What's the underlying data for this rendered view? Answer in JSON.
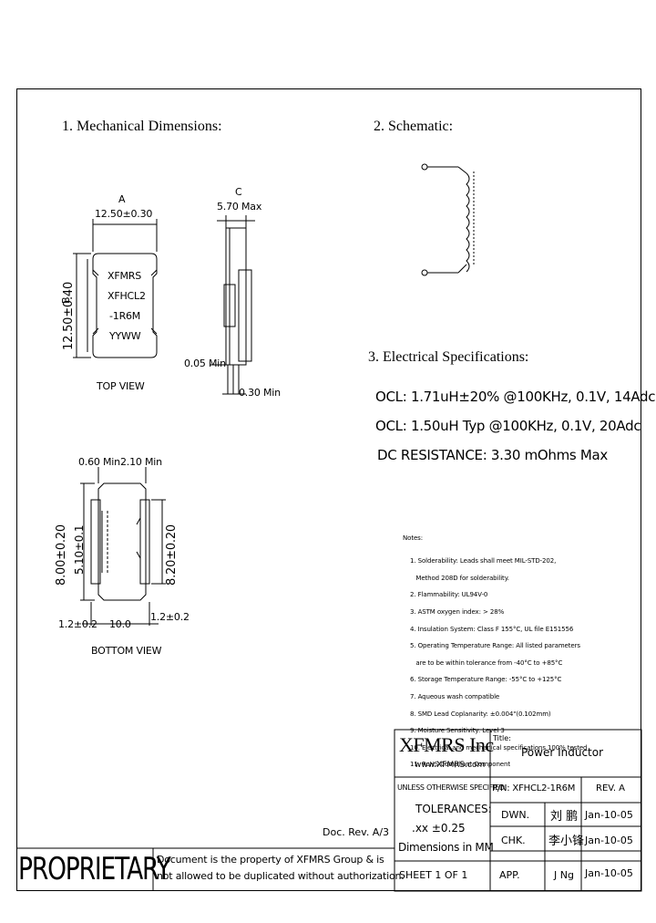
{
  "sections": {
    "mechanical_title": "1. Mechanical Dimensions:",
    "schematic_title": "2. Schematic:",
    "electrical_title": "3. Electrical  Specifications:"
  },
  "mechanical": {
    "dim_a_label": "A",
    "dim_a_value": "12.50±0.30",
    "dim_b_label": "B",
    "dim_b_value": "12.50±0.40",
    "dim_c_label": "C",
    "dim_c_value": "5.70 Max",
    "marking_lines": [
      "XFMRS",
      "XFHCL2",
      "-1R6M",
      "YYWW"
    ],
    "top_view_label": "TOP VIEW",
    "dim_005": "0.05 Min",
    "dim_030": "0.30 Min",
    "dim_060": "0.60 Min",
    "dim_210": "2.10 Min",
    "dim_800": "8.00±0.20",
    "dim_510": "5.10±0.1",
    "dim_820": "8.20±0.20",
    "dim_12_left": "1.2±0.2",
    "dim_100": "10.0",
    "dim_12_right": "1.2±0.2",
    "bottom_view_label": "BOTTOM VIEW"
  },
  "electrical": {
    "lines": [
      "OCL: 1.71uH±20% @100KHz, 0.1V, 14Adc",
      "OCL: 1.50uH Typ @100KHz, 0.1V, 20Adc",
      "DC RESISTANCE: 3.30 mOhms Max"
    ]
  },
  "notes": {
    "title": "Notes:",
    "items": [
      "1. Solderability: Leads shall meet MIL-STD-202,",
      "   Method 208D for solderability.",
      "2. Flammability: UL94V-0",
      "3. ASTM oxygen index: > 28%",
      "4. Insulation System: Class F 155°C, UL file E151556",
      "5. Operating Temperature Range: All listed parameters",
      "   are to be within tolerance from -40°C to +85°C",
      "6. Storage Temperature Range: -55°C to +125°C",
      "7. Aqueous wash compatible",
      "8. SMD Lead Coplanarity: ±0.004\"(0.102mm)",
      "9. Moisture Sensitivity: Level 3",
      "10. Electrical and mechanical specifications 100% tested",
      "11. RoHS Compliant Component"
    ]
  },
  "title_block": {
    "company": "XFMRS Inc",
    "website": "www.XFMRS.com",
    "title_label": "Title:",
    "title_value": "Power Inductor",
    "unless_text": "UNLESS OTHERWISE SPECIFIED",
    "pn": "P/N: XFHCL2-1R6M",
    "rev": "REV. A",
    "tolerances": "TOLERANCES:",
    "tol_value": ".xx ±0.25",
    "dimensions_in": "Dimensions in MM",
    "dwn_label": "DWN.",
    "dwn_name": "刘  鹏",
    "dwn_date": "Jan-10-05",
    "chk_label": "CHK.",
    "chk_name": "李小锋",
    "chk_date": "Jan-10-05",
    "sheet": "SHEET  1  OF  1",
    "app_label": "APP.",
    "app_name": "J Ng",
    "app_date": "Jan-10-05"
  },
  "footer": {
    "doc_rev": "Doc. Rev. A/3",
    "proprietary": "PROPRIETARY",
    "notice_line1": "Document is the property of XFMRS Group & is",
    "notice_line2": "not allowed to be duplicated without authorization."
  }
}
